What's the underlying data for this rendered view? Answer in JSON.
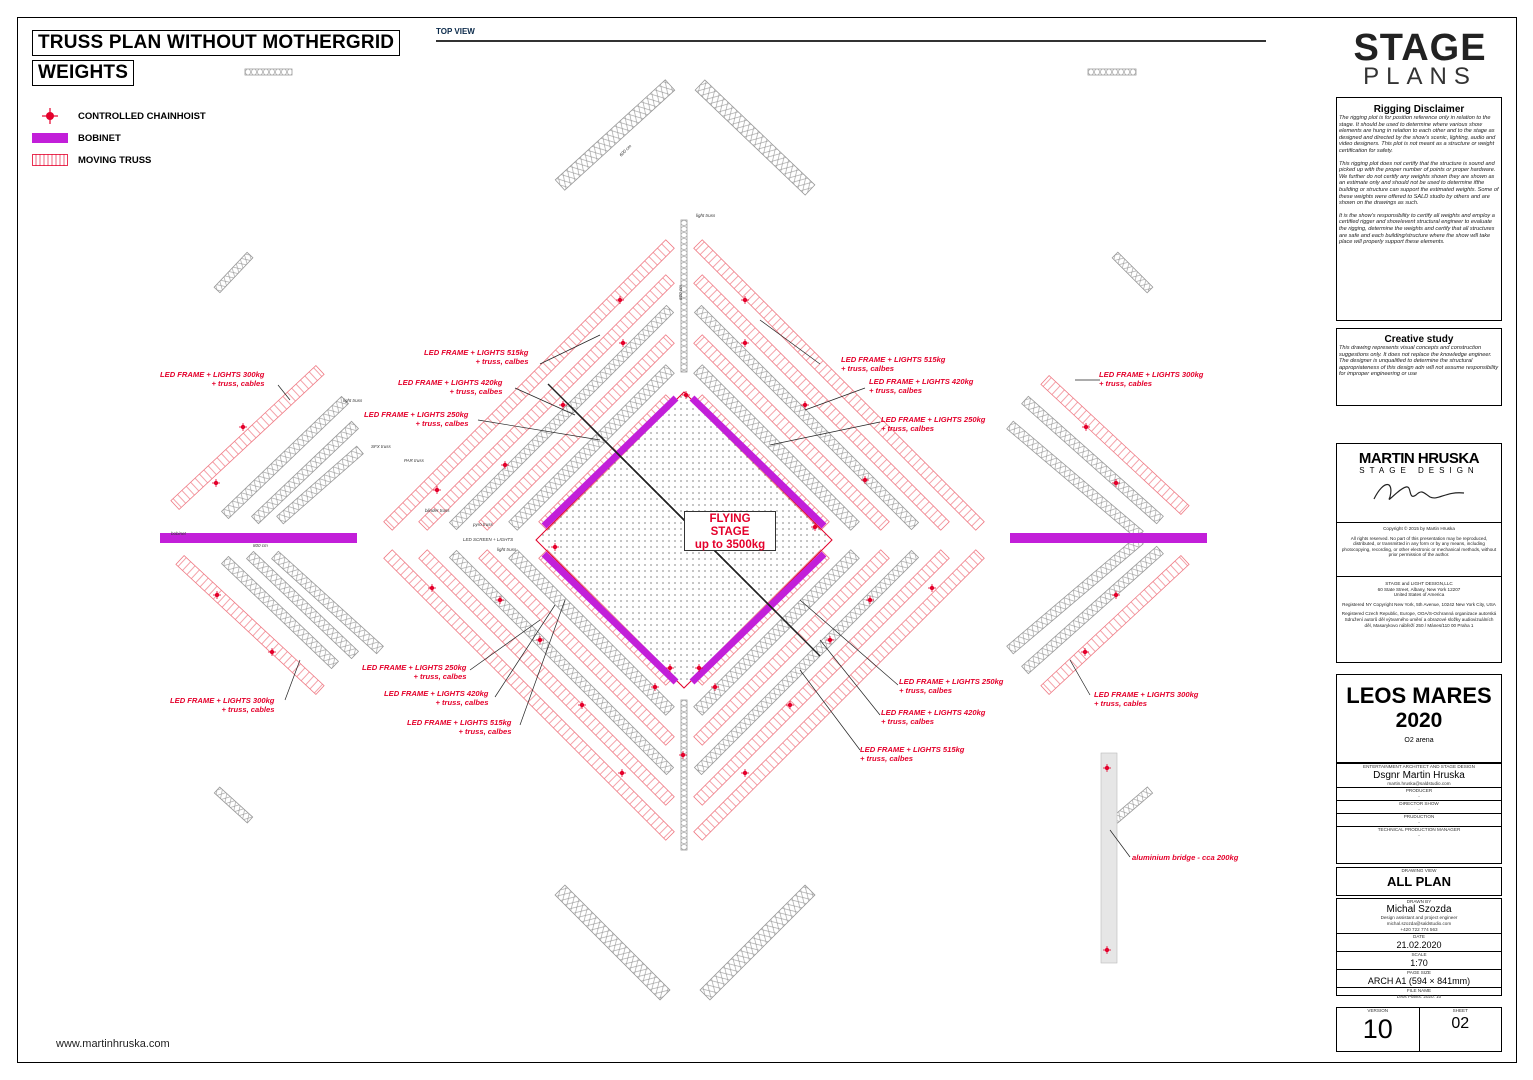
{
  "header": {
    "title": "TRUSS PLAN WITHOUT MOTHERGRID",
    "subtitle": "WEIGHTS",
    "view": "TOP VIEW"
  },
  "legend": [
    {
      "label": "CONTROLLED CHAINHOIST",
      "icon": "chainhoist-icon"
    },
    {
      "label": "BOBINET",
      "icon": "bobinet-swatch",
      "color": "#c21fd9"
    },
    {
      "label": "MOVING TRUSS",
      "icon": "moving-truss-swatch",
      "color": "#e4002b"
    }
  ],
  "colors": {
    "accent_red": "#e4002b",
    "bobinet": "#c21fd9",
    "truss_gray": "#b8b8b8"
  },
  "annotations": {
    "tl_515": [
      "LED FRAME + LIGHTS 515kg",
      "+ truss, calbes"
    ],
    "tl_420": [
      "LED FRAME + LIGHTS 420kg",
      "+ truss, calbes"
    ],
    "tl_250": [
      "LED FRAME + LIGHTS 250kg",
      "+ truss, calbes"
    ],
    "tl_300": [
      "LED FRAME + LIGHTS 300kg",
      "+ truss, cables"
    ],
    "tr_515": [
      "LED FRAME + LIGHTS 515kg",
      "+ truss, calbes"
    ],
    "tr_420": [
      "LED FRAME + LIGHTS 420kg",
      "+ truss, calbes"
    ],
    "tr_250": [
      "LED FRAME + LIGHTS 250kg",
      "+ truss, calbes"
    ],
    "tr_300": [
      "LED FRAME + LIGHTS 300kg",
      "+ truss, cables"
    ],
    "bl_250": [
      "LED FRAME + LIGHTS 250kg",
      "+ truss, calbes"
    ],
    "bl_420": [
      "LED FRAME + LIGHTS 420kg",
      "+ truss, calbes"
    ],
    "bl_515": [
      "LED FRAME + LIGHTS 515kg",
      "+ truss, calbes"
    ],
    "bl_300": [
      "LED FRAME + LIGHTS 300kg",
      "+ truss, cables"
    ],
    "br_250": [
      "LED FRAME + LIGHTS 250kg",
      "+ truss, calbes"
    ],
    "br_420": [
      "LED FRAME + LIGHTS 420kg",
      "+ truss, calbes"
    ],
    "br_515": [
      "LED FRAME + LIGHTS 515kg",
      "+ truss, calbes"
    ],
    "br_300": [
      "LED FRAME + LIGHTS 300kg",
      "+ truss, cables"
    ],
    "bridge": "aluminium bridge - cca 200kg",
    "flying_stage": [
      "FLYING",
      "STAGE",
      "up to 3500kg"
    ]
  },
  "small_labels": {
    "light_truss_top": "light truss",
    "light_truss": "light truss",
    "sfx_truss": "SFX truss",
    "par_truss": "PAR truss",
    "blinder_truss": "blinder truss",
    "pyro_truss": "pyro truss",
    "led_screen": "LED SCREEN + LIGHTS",
    "light_truss_2": "light truss",
    "bobinet": "bobinet",
    "dim_800": "800 cm",
    "dim_600": "600 cm",
    "dim_600b": "600 cm"
  },
  "brand": {
    "line1": "STAGE",
    "line2": "PLANS"
  },
  "disclaimer": {
    "title": "Rigging Disclaimer",
    "paragraphs": [
      "The rigging plot is for position reference only in relation to the stage. It should be used to determine where various show elements are hung in relation to each other and to the stage as designed and directed by the show's scenic, lighting, audio and video designers. This plot is not meant as a structure or weight certification for safety.",
      "This rigging plot does not certify that the structure is sound and picked up with the proper number of points or proper hardware. We further do not certify any weights shown they are shown as an estimate only and should not be used to determine ifthe building or structure can support the estimated weights. Some of these weights were offered to SALD studio by others and are shown on the drawings as such.",
      "It is the show's responsibility to certify all weights and employ a certified rigger and show/event structural engineer to evaluate the rigging, determine the weights and certify that all structures are safe and each building/structure where the show will take place will properly support these elements."
    ]
  },
  "creative": {
    "title": "Creative study",
    "text": "This drawing represents visual concepts and construction suggestions only. It does not replace the knowledge engineer. The designer is unqualified to determine the structural appropriateness of this design adn will not assume responsibility for improper engineering or use"
  },
  "designer": {
    "name": "MARTIN HRUSKA",
    "tagline": "STAGE DESIGN",
    "copyright": "Copyright © 2015 by Martin Hruska",
    "rights": "All rights reserved. No part of this presentation may be reproduced, distributed, or transmitted in any form or by any means, including photocopying, recording, or other electronic or mechanical methods, without prior permission of the author.",
    "company": "STAGE and LIGHT DESIGN,LLC",
    "address": "60 State Street, Albany, New York 12207",
    "country": "United States of America",
    "registered_ny": "Registered NY Copyright New York, 5th Avenue, 10242 New York City, USA",
    "registered_cz": "Registered Czech Republic, Europe, OOA/S-Ochranná organizace autorská Sdružení autorů děl výtvarného umění a obrazové složky audiovizuálních děl, Masarykovo nábřeží 250 / Mánes/110 00 Praha 1"
  },
  "project": {
    "name": "LEOS MARES",
    "year": "2020",
    "venue": "O2 arena"
  },
  "title_block": {
    "ent_label": "ENTERTAINMENT ARCHITECT AND STAGE DESIGN",
    "designer": "Dsgnr Martin Hruska",
    "designer_email": "martin.hruska@saldstudio.com",
    "producer_label": "PRODUCER",
    "producer": "-",
    "director_label": "DIRECTOR SHOW",
    "director": "-",
    "production_label": "PRUDUCTION",
    "production": "-",
    "tpm_label": "TECHNICAL PRODUCTION MANAGER",
    "tpm": "-",
    "drawing_view_label": "DRAWING VIEW",
    "drawing_view": "ALL PLAN",
    "drawn_by_label": "DRAWN BY",
    "drawn_by": "Michal Szozda",
    "drawn_by_role": "Design assistant and project engineer",
    "drawn_by_email": "michal.szozda@saldstudio.com",
    "drawn_by_phone": "+420 722 774 563",
    "date_label": "DATE",
    "date": "21.02.2020",
    "scale_label": "SCALE",
    "scale": "1:70",
    "page_size_label": "PAGE SIZE",
    "page_size": "ARCH A1 (594 × 841mm)",
    "file_name_label": "FILE NAME",
    "file_name": "Leos Plants. 2020. 10",
    "version_label": "VERSION",
    "version": "10",
    "sheet_label": "SHEET",
    "sheet": "02"
  },
  "footer": {
    "url": "www.martinhruska.com"
  }
}
